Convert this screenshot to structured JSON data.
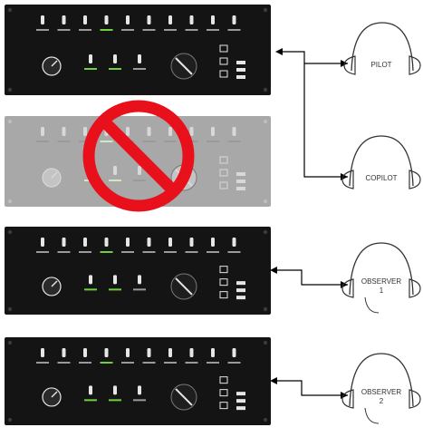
{
  "panels": [
    {
      "id": "panel-1",
      "state": "active"
    },
    {
      "id": "panel-2",
      "state": "disabled"
    },
    {
      "id": "panel-3",
      "state": "active"
    },
    {
      "id": "panel-4",
      "state": "active"
    }
  ],
  "headsets": {
    "pilot": "PILOT",
    "copilot": "COPILOT",
    "observer1_line1": "OBSERVER",
    "observer1_line2": "1",
    "observer2_line1": "OBSERVER",
    "observer2_line2": "2"
  },
  "colors": {
    "panel_bg": "#141414",
    "disabled_panel_bg": "#a8a8a8",
    "prohibition_red": "#e8101a",
    "panel_green": "#6fcf3f",
    "line": "#000000"
  },
  "icons": {
    "prohibition": "no-symbol-icon",
    "headset": "headset-icon"
  }
}
